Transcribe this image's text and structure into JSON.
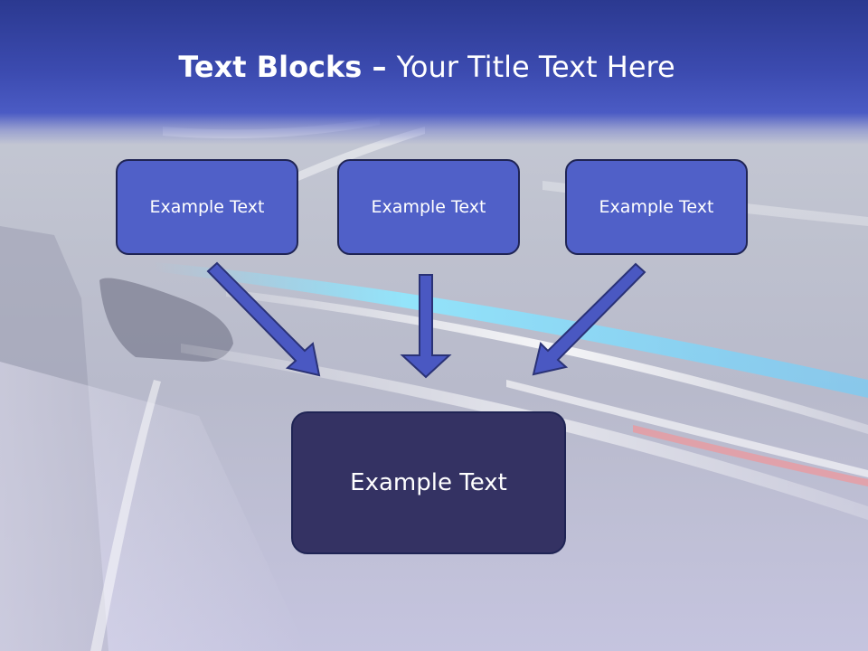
{
  "title": {
    "bold": "Text Blocks",
    "dash": " – ",
    "rest": "Your Title Text Here"
  },
  "blocks": [
    {
      "label": "Example Text"
    },
    {
      "label": "Example Text"
    },
    {
      "label": "Example Text"
    }
  ],
  "result": {
    "label": "Example Text"
  },
  "colors": {
    "header": "#3c4bb0",
    "box_fill": "#5060c8",
    "box_border": "#1f2454",
    "result_fill": "#343263",
    "arrow_fill": "#4a58c2"
  }
}
